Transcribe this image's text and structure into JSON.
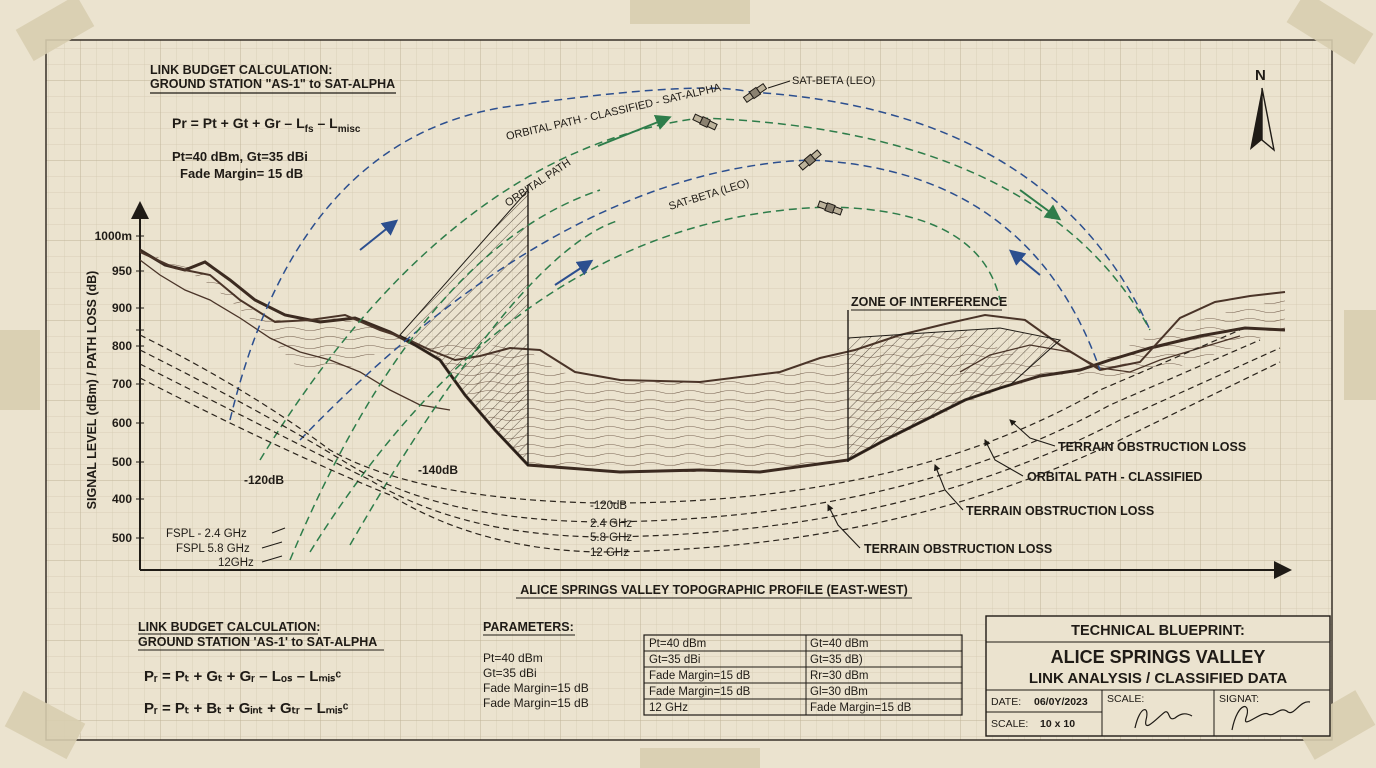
{
  "colors": {
    "paper": "#ebe3cf",
    "grid": "#cfc5ad",
    "ink": "#1f1b16",
    "terrain": "#4a3428",
    "blue_path": "#2c4f8f",
    "green_path": "#2e7d4a",
    "tape": "#d9ceb0"
  },
  "header": {
    "line1": "LINK BUDGET CALCULATION:",
    "line2": "GROUND STATION \"AS-1\" to SAT-ALPHA",
    "formula_main": "Pr = Pt + Gt + Gr – L",
    "formula_sub1": "fs",
    "formula_mid": " – L",
    "formula_sub2": "misc",
    "param1": "Pt=40 dBm, Gt=35 dBi",
    "param2": "Fade Margin= 15 dB"
  },
  "north_label": "N",
  "chart_data": {
    "type": "diagram",
    "y_axis": {
      "label": "SIGNAL LEVEL (dBm) / PATH LOSS (dB)",
      "ticks": [
        "1000m",
        "950",
        "900",
        "850",
        "800",
        "700",
        "600",
        "500",
        "400",
        "500"
      ]
    },
    "x_axis": {
      "label": "ALICE SPRINGS VALLEY TOPOGRAPHIC PROFILE (EAST-WEST)"
    },
    "arc_labels": {
      "orbital_classified": "ORBITAL PATH - CLASSIFIED - SAT-ALPHA",
      "sat_beta_top": "SAT-BETA (LEO)",
      "orbital_path": "ORBITAL PATH",
      "sat_beta_mid": "SAT-BETA (LEO)"
    },
    "zone_label": "ZONE OF INTERFERENCE",
    "loss_labels": {
      "minus120_left": "-120dB",
      "minus140": "-140dB",
      "minus120_mid": "-120dB",
      "ghz24": "2.4 GHz",
      "ghz58": "5.8 GHz",
      "ghz12": "12 GHz"
    },
    "fspl_labels": [
      "FSPL - 2.4 GHz",
      "FSPL 5.8 GHz",
      "12GHz"
    ],
    "right_callouts": [
      "TERRAIN OBSTRUCTION LOSS",
      "ORBITAL PATH - CLASSIFIED",
      "TERRAIN OBSTRUCTION LOSS",
      "TERRAIN OBSTRUCTION LOSS"
    ]
  },
  "footer_left": {
    "line1": "LINK BUDGET CALCULATION:",
    "line2": "GROUND STATION 'AS-1' to SAT-ALPHA",
    "eq1": "Pᵣ = Pₜ + Gₜ + Gᵣ – Lₒₛ – Lₘᵢₛᶜ",
    "eq2": "Pᵣ = Pₜ + Bₜ + Gᵢₙₜ + Gₜᵣ – Lₘᵢₛᶜ"
  },
  "parameters": {
    "title": "PARAMETERS:",
    "items": [
      "Pt=40 dBm",
      "Gt=35 dBi",
      "Fade Margin=15 dB",
      "Fade Margin=15 dB"
    ]
  },
  "param_table": [
    [
      "Pt=40 dBm",
      "Gt=40 dBm"
    ],
    [
      "Gt=35 dBi",
      "Gt=35 dB)"
    ],
    [
      "Fade Margin=15 dB",
      "Rr=30 dBm"
    ],
    [
      "Fade Margin=15 dB",
      "Gl=30 dBm"
    ],
    [
      "12 GHz",
      "Fade Margin=15 dB"
    ]
  ],
  "title_block": {
    "heading": "TECHNICAL BLUEPRINT:",
    "title": "ALICE SPRINGS VALLEY",
    "subtitle": "LINK ANALYSIS / CLASSIFIED DATA",
    "date_label": "DATE:",
    "date_value": "06/0Y/2023",
    "scale_label": "SCALE:",
    "scale_value": "10 x 10",
    "scale_sig_label": "SCALE:",
    "signat_label": "SIGNAT:"
  }
}
